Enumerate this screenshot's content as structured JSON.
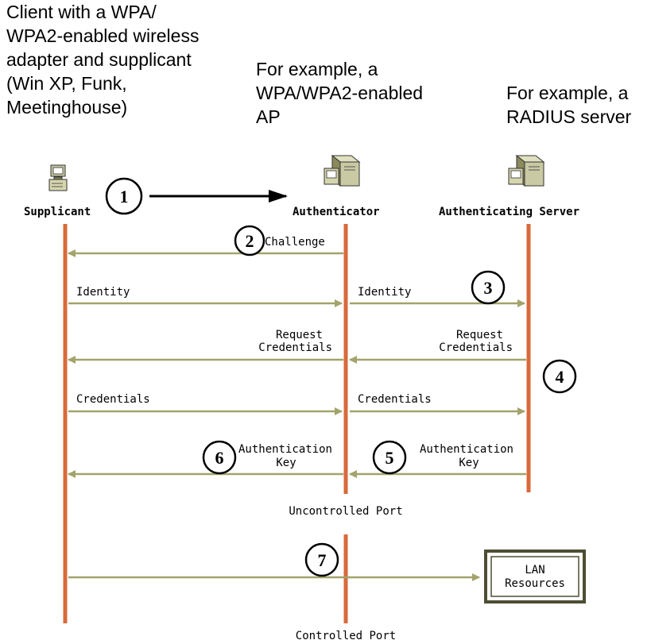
{
  "captions": {
    "client": "Client with a WPA/\nWPA2-enabled wireless\nadapter and supplicant\n(Win XP, Funk,\nMeetinghouse)",
    "ap": "For example, a\nWPA/WPA2-enabled\nAP",
    "radius": "For example, a\nRADIUS server"
  },
  "nodes": {
    "supplicant": "Supplicant",
    "authenticator": "Authenticator",
    "server": "Authenticating Server"
  },
  "messages": {
    "challenge": "Challenge",
    "identity_1": "Identity",
    "identity_2": "Identity",
    "request_1_line1": "Request",
    "request_1_line2": "Credentials",
    "request_2_line1": "Request",
    "request_2_line2": "Credentials",
    "credentials_1": "Credentials",
    "credentials_2": "Credentials",
    "authkey_1_line1": "Authentication",
    "authkey_1_line2": "Key",
    "authkey_2_line1": "Authentication",
    "authkey_2_line2": "Key"
  },
  "ports": {
    "uncontrolled": "Uncontrolled Port",
    "controlled": "Controlled Port"
  },
  "lan": {
    "line1": "LAN",
    "line2": "Resources"
  },
  "steps": [
    "1",
    "2",
    "3",
    "4",
    "5",
    "6",
    "7"
  ],
  "colors": {
    "lifeline": "#d9693a",
    "arrow": "#a3a36b",
    "lan_border": "#4d4d33"
  }
}
